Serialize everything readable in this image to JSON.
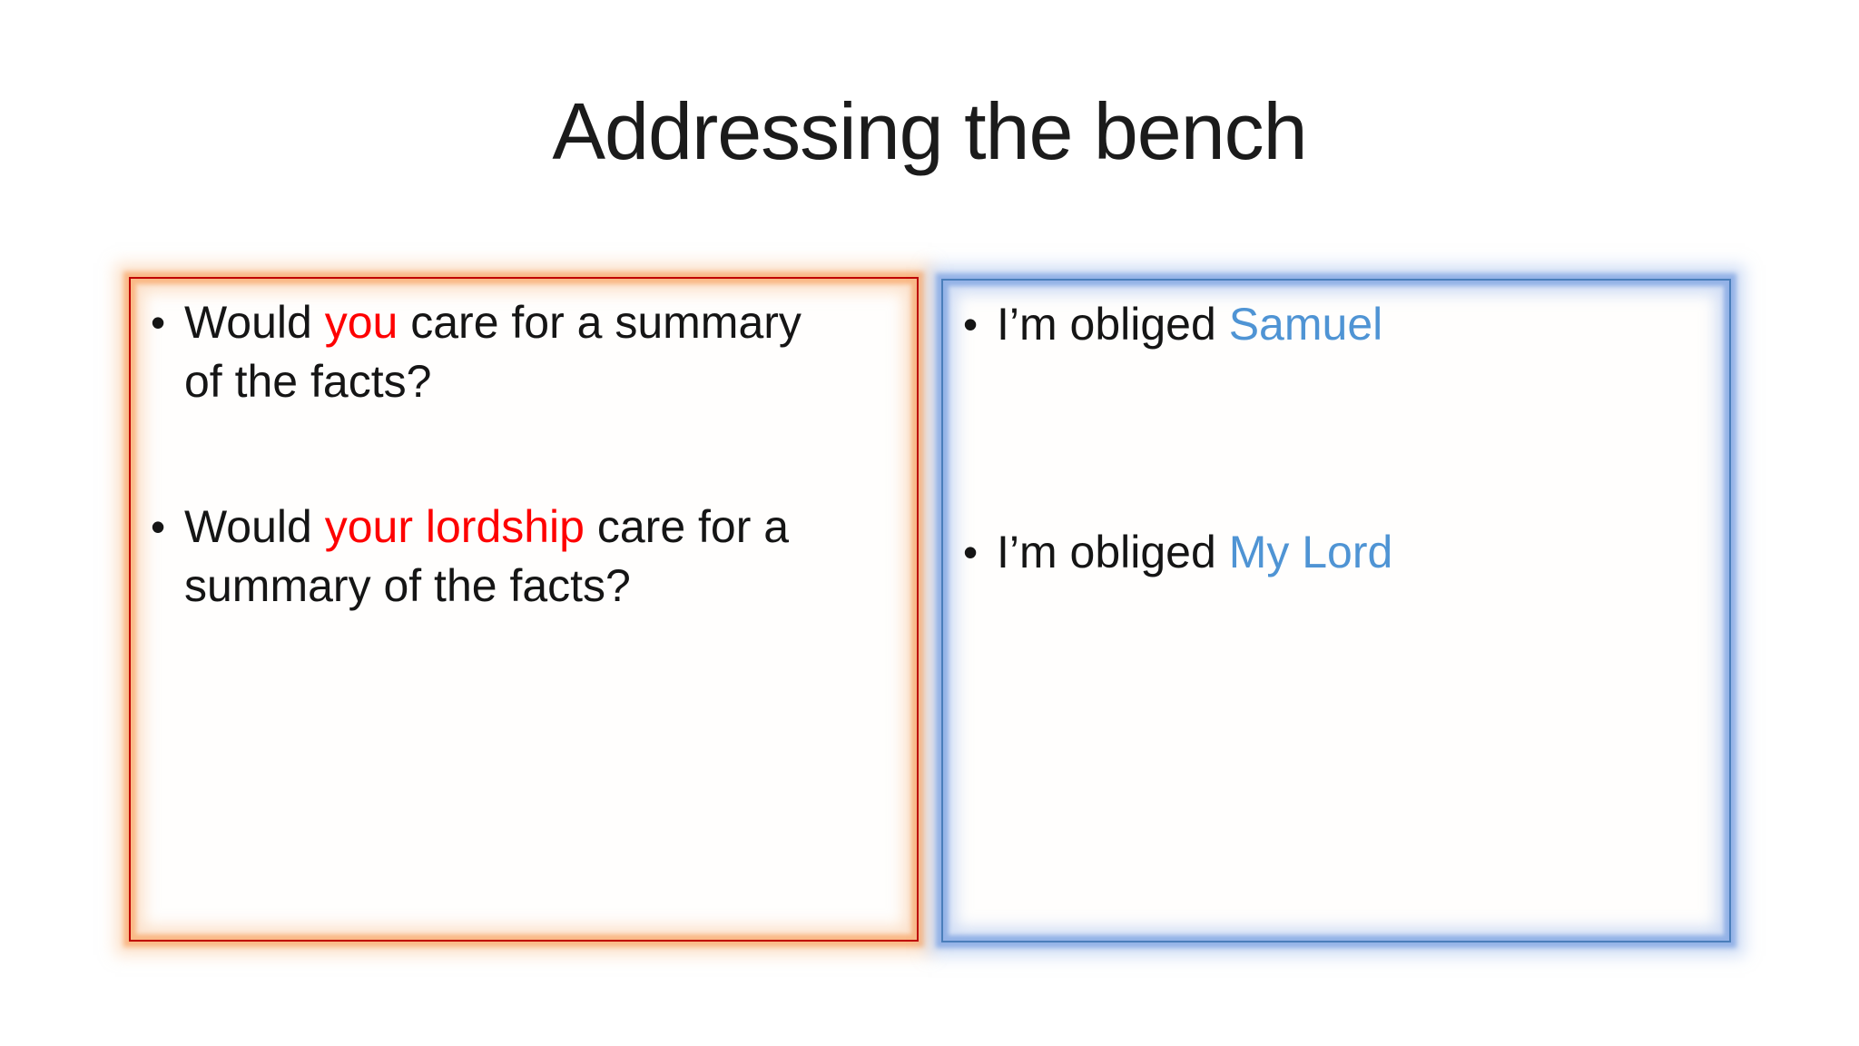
{
  "slide": {
    "title": "Addressing the bench",
    "bullet_glyph": "•",
    "colors": {
      "title_text": "#1b1b1b",
      "body_text": "#151515",
      "red_emphasis": "#fe0000",
      "blue_emphasis": "#4f94d4",
      "left_border": "#c00000",
      "left_glow": "#f9b17a",
      "right_border": "#4a7ebb",
      "right_glow": "#88aae4"
    },
    "left_box": {
      "bullets": [
        {
          "segments": [
            {
              "text": "Would ",
              "style": "normal"
            },
            {
              "text": "you",
              "style": "red"
            },
            {
              "text": " care for a summary of the facts?",
              "style": "normal"
            }
          ]
        },
        {
          "segments": [
            {
              "text": "Would ",
              "style": "normal"
            },
            {
              "text": "your lordship",
              "style": "red"
            },
            {
              "text": " care for a summary of the facts?",
              "style": "normal"
            }
          ]
        }
      ]
    },
    "right_box": {
      "bullets": [
        {
          "segments": [
            {
              "text": "I’m obliged ",
              "style": "normal"
            },
            {
              "text": "Samuel",
              "style": "blue"
            }
          ]
        },
        {
          "segments": [
            {
              "text": "I’m obliged ",
              "style": "normal"
            },
            {
              "text": "My Lord",
              "style": "blue"
            }
          ]
        }
      ]
    }
  }
}
